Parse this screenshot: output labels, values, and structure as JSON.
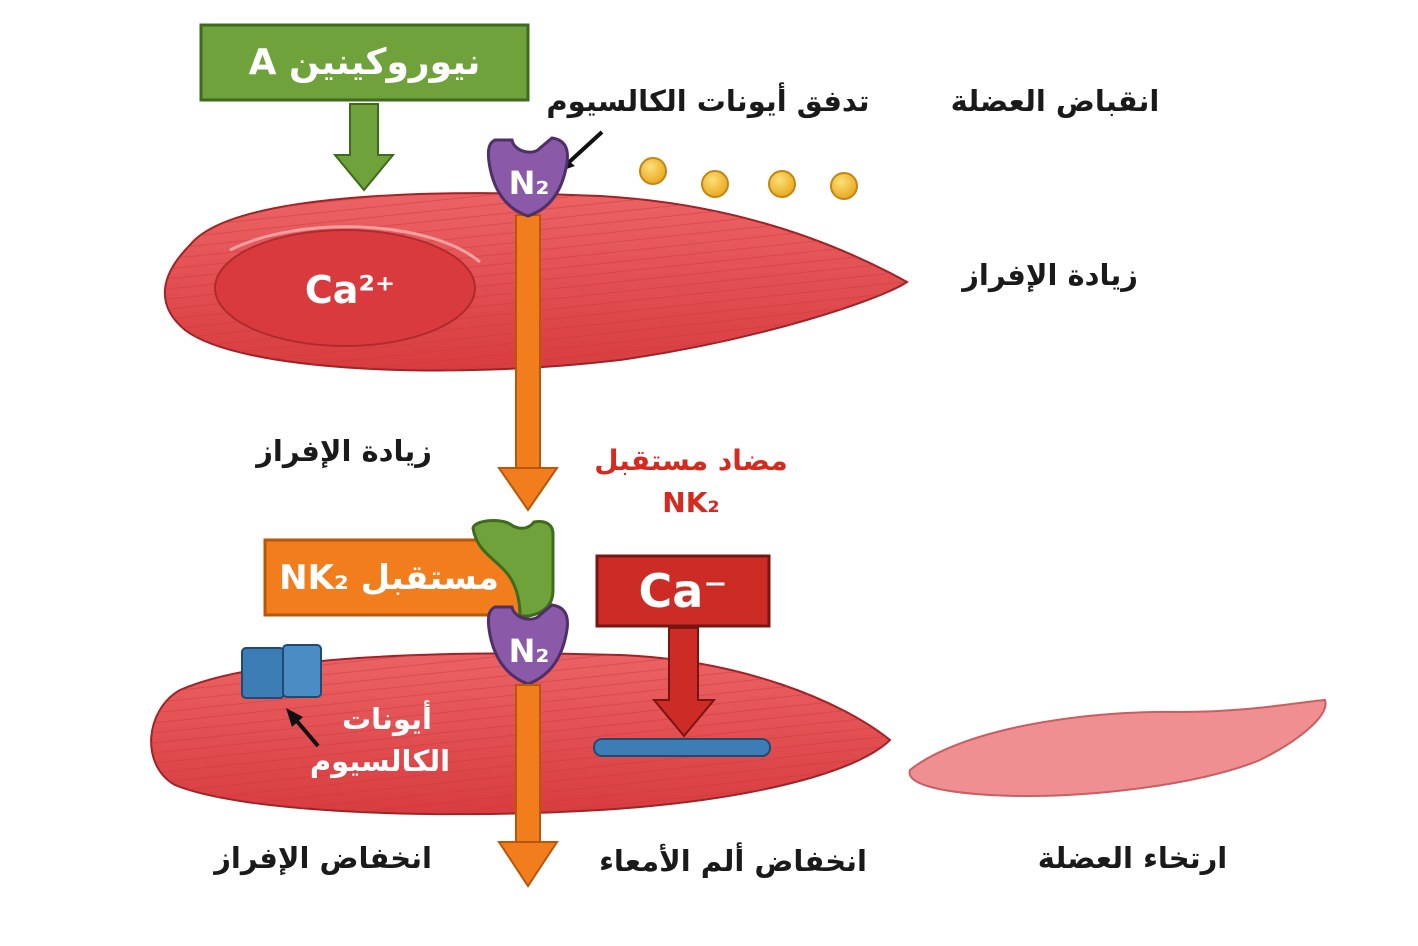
{
  "colors": {
    "muscle": "#e0484a",
    "muscle_light": "#ee8a8b",
    "neurokinin_box": "#6fa23a",
    "receptor_purple": "#8a5aa8",
    "arrow_orange": "#f27d1c",
    "ca_box": "#cc2b26",
    "calcium_dot": "#f2b322",
    "channel_blue": "#3d7db5",
    "text_red": "#d42a1f"
  },
  "labels": {
    "neurokinin_a": "نيوروكينين A",
    "calcium_influx": "تدفق أيونات الكالسيوم",
    "muscle_contraction": "انقباض العضلة",
    "increased_secretion_right": "زيادة الإفراز",
    "ca_inside": "Ca²⁺",
    "n2_top": "N₂",
    "increased_secretion_left": "زيادة الإفراز",
    "antagonist_line1": "مضاد مستقبل",
    "antagonist_line2": "NK₂",
    "nk2_receptor": "مستقبل NK₂",
    "ca_minus": "Ca⁻",
    "n2_bottom": "N₂",
    "calcium_ions_line1": "أيونات",
    "calcium_ions_line2": "الكالسيوم",
    "decreased_secretion": "انخفاض الإفراز",
    "decreased_gut_pain": "انخفاض ألم الأمعاء",
    "muscle_relaxation": "ارتخاء العضلة"
  },
  "icons": [
    "neurokinin-arrow",
    "calcium-ion-dots",
    "n2-receptor-icon",
    "nk2-antagonist-icon",
    "calcium-channel-icon",
    "relaxed-muscle-icon"
  ]
}
